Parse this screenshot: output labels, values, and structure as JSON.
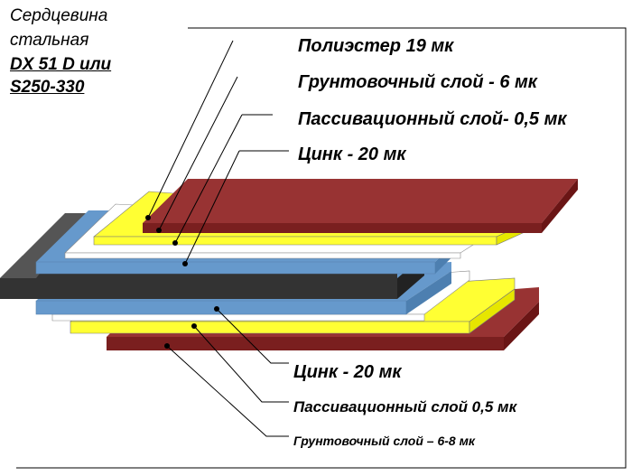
{
  "core_label": {
    "line1": "Сердцевина",
    "line2": "стальная",
    "line3": "DX 51 D или",
    "line4": "S250-330"
  },
  "top_layers": {
    "polyester": "Полиэстер 19 мк",
    "primer": "Грунтовочный слой - 6 мк",
    "passivation": "Пассивационный слой- 0,5 мк",
    "zinc": "Цинк - 20 мк"
  },
  "bottom_layers": {
    "zinc": "Цинк - 20 мк",
    "passivation": "Пассивационный слой 0,5 мк",
    "primer": "Грунтовочный слой – 6-8 мк"
  },
  "colors": {
    "polyester": "#983333",
    "primer": "#ffff33",
    "passivation": "#ffffff",
    "zinc": "#6699cc",
    "steel": "#333333"
  }
}
